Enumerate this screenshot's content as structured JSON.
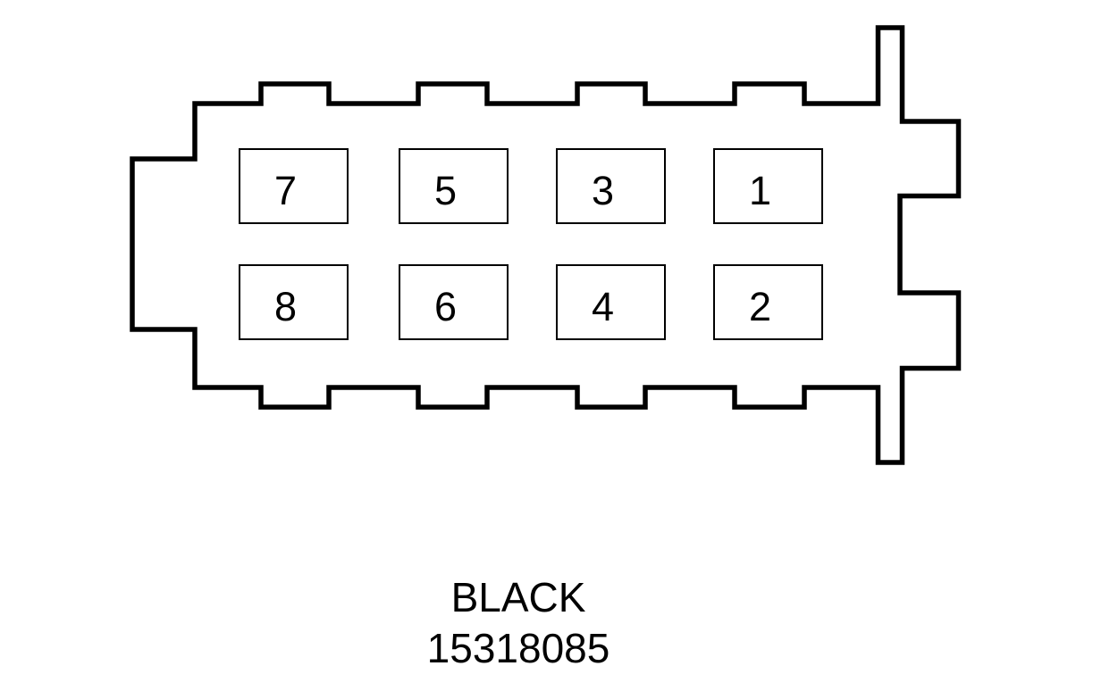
{
  "diagram": {
    "type": "connector-pinout",
    "connector": {
      "color": "BLACK",
      "part_number": "15318085",
      "pin_count": 8,
      "pins": [
        {
          "number": "7",
          "row": 1,
          "col": 1
        },
        {
          "number": "5",
          "row": 1,
          "col": 2
        },
        {
          "number": "3",
          "row": 1,
          "col": 3
        },
        {
          "number": "1",
          "row": 1,
          "col": 4
        },
        {
          "number": "8",
          "row": 2,
          "col": 1
        },
        {
          "number": "6",
          "row": 2,
          "col": 2
        },
        {
          "number": "4",
          "row": 2,
          "col": 3
        },
        {
          "number": "2",
          "row": 2,
          "col": 4
        }
      ],
      "pin_rows": [
        [
          "7",
          "5",
          "3",
          "1"
        ],
        [
          "8",
          "6",
          "4",
          "2"
        ]
      ]
    },
    "colors": {
      "line": "#000000",
      "background": "#ffffff"
    }
  }
}
